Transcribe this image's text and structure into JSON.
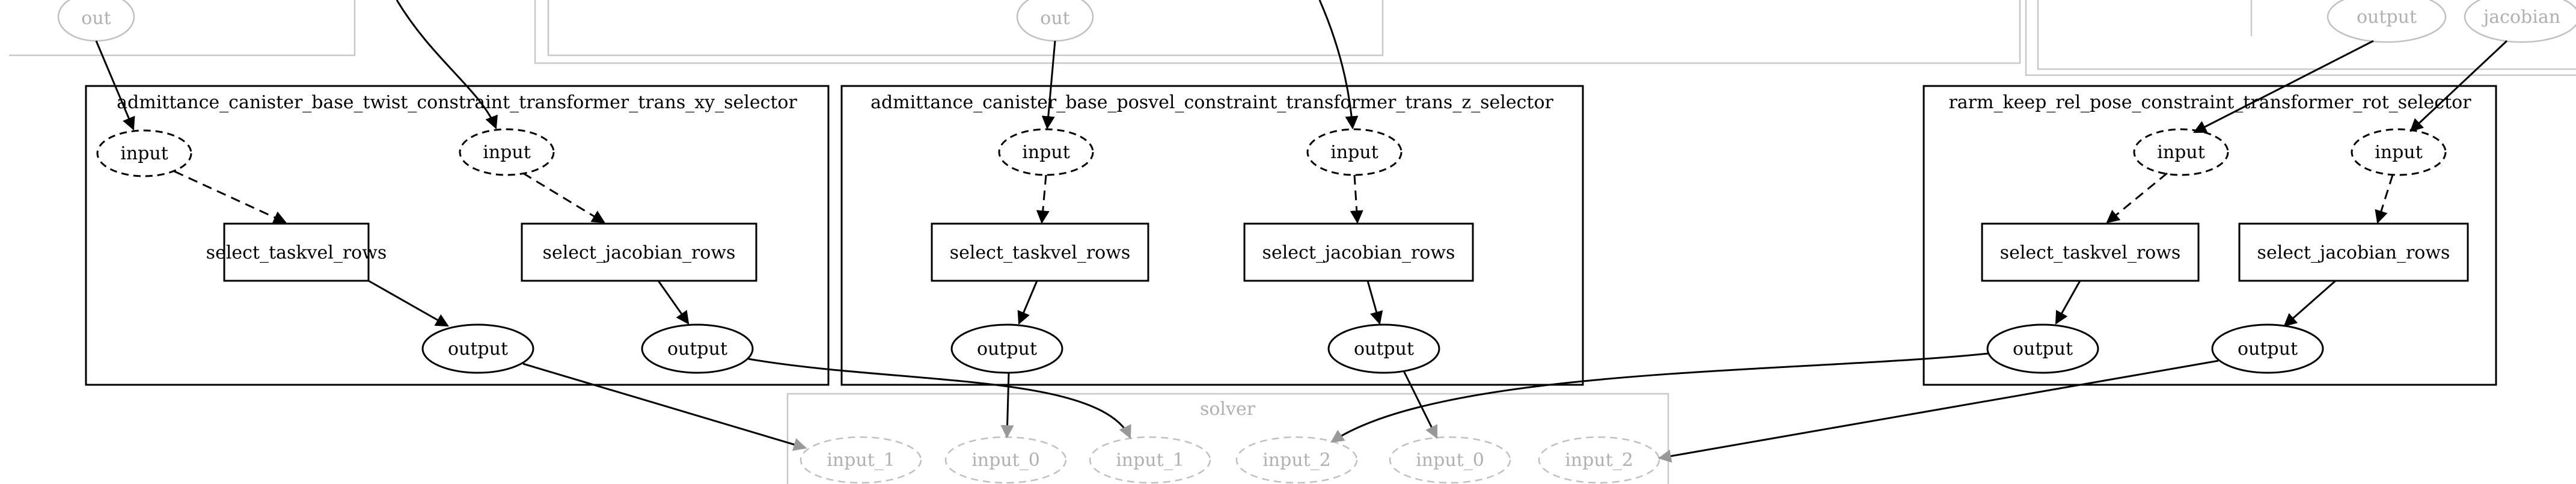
{
  "clusters": {
    "left": {
      "title": "admittance_canister_base_twist_constraint_transformer_trans_xy_selector"
    },
    "middle": {
      "title": "admittance_canister_base_posvel_constraint_transformer_trans_z_selector"
    },
    "right": {
      "title": "rarm_keep_rel_pose_constraint_transformer_rot_selector"
    },
    "solver": {
      "title": "solver"
    }
  },
  "nodes": {
    "left_input_a": "input",
    "left_input_b": "input",
    "left_task_rows": "select_taskvel_rows",
    "left_jac_rows": "select_jacobian_rows",
    "left_output_a": "output",
    "left_output_b": "output",
    "mid_input_a": "input",
    "mid_input_b": "input",
    "mid_task_rows": "select_taskvel_rows",
    "mid_jac_rows": "select_jacobian_rows",
    "mid_output_a": "output",
    "mid_output_b": "output",
    "right_input_a": "input",
    "right_input_b": "input",
    "right_task_rows": "select_taskvel_rows",
    "right_jac_rows": "select_jacobian_rows",
    "right_output_a": "output",
    "right_output_b": "output"
  },
  "ghost_nodes": {
    "top_out_left": "out",
    "top_out_mid": "out",
    "top_output_right": "output",
    "top_jacobian_right": "jacobian"
  },
  "solver_inputs": [
    "input_1",
    "input_0",
    "input_1",
    "input_2",
    "input_0",
    "input_2"
  ]
}
